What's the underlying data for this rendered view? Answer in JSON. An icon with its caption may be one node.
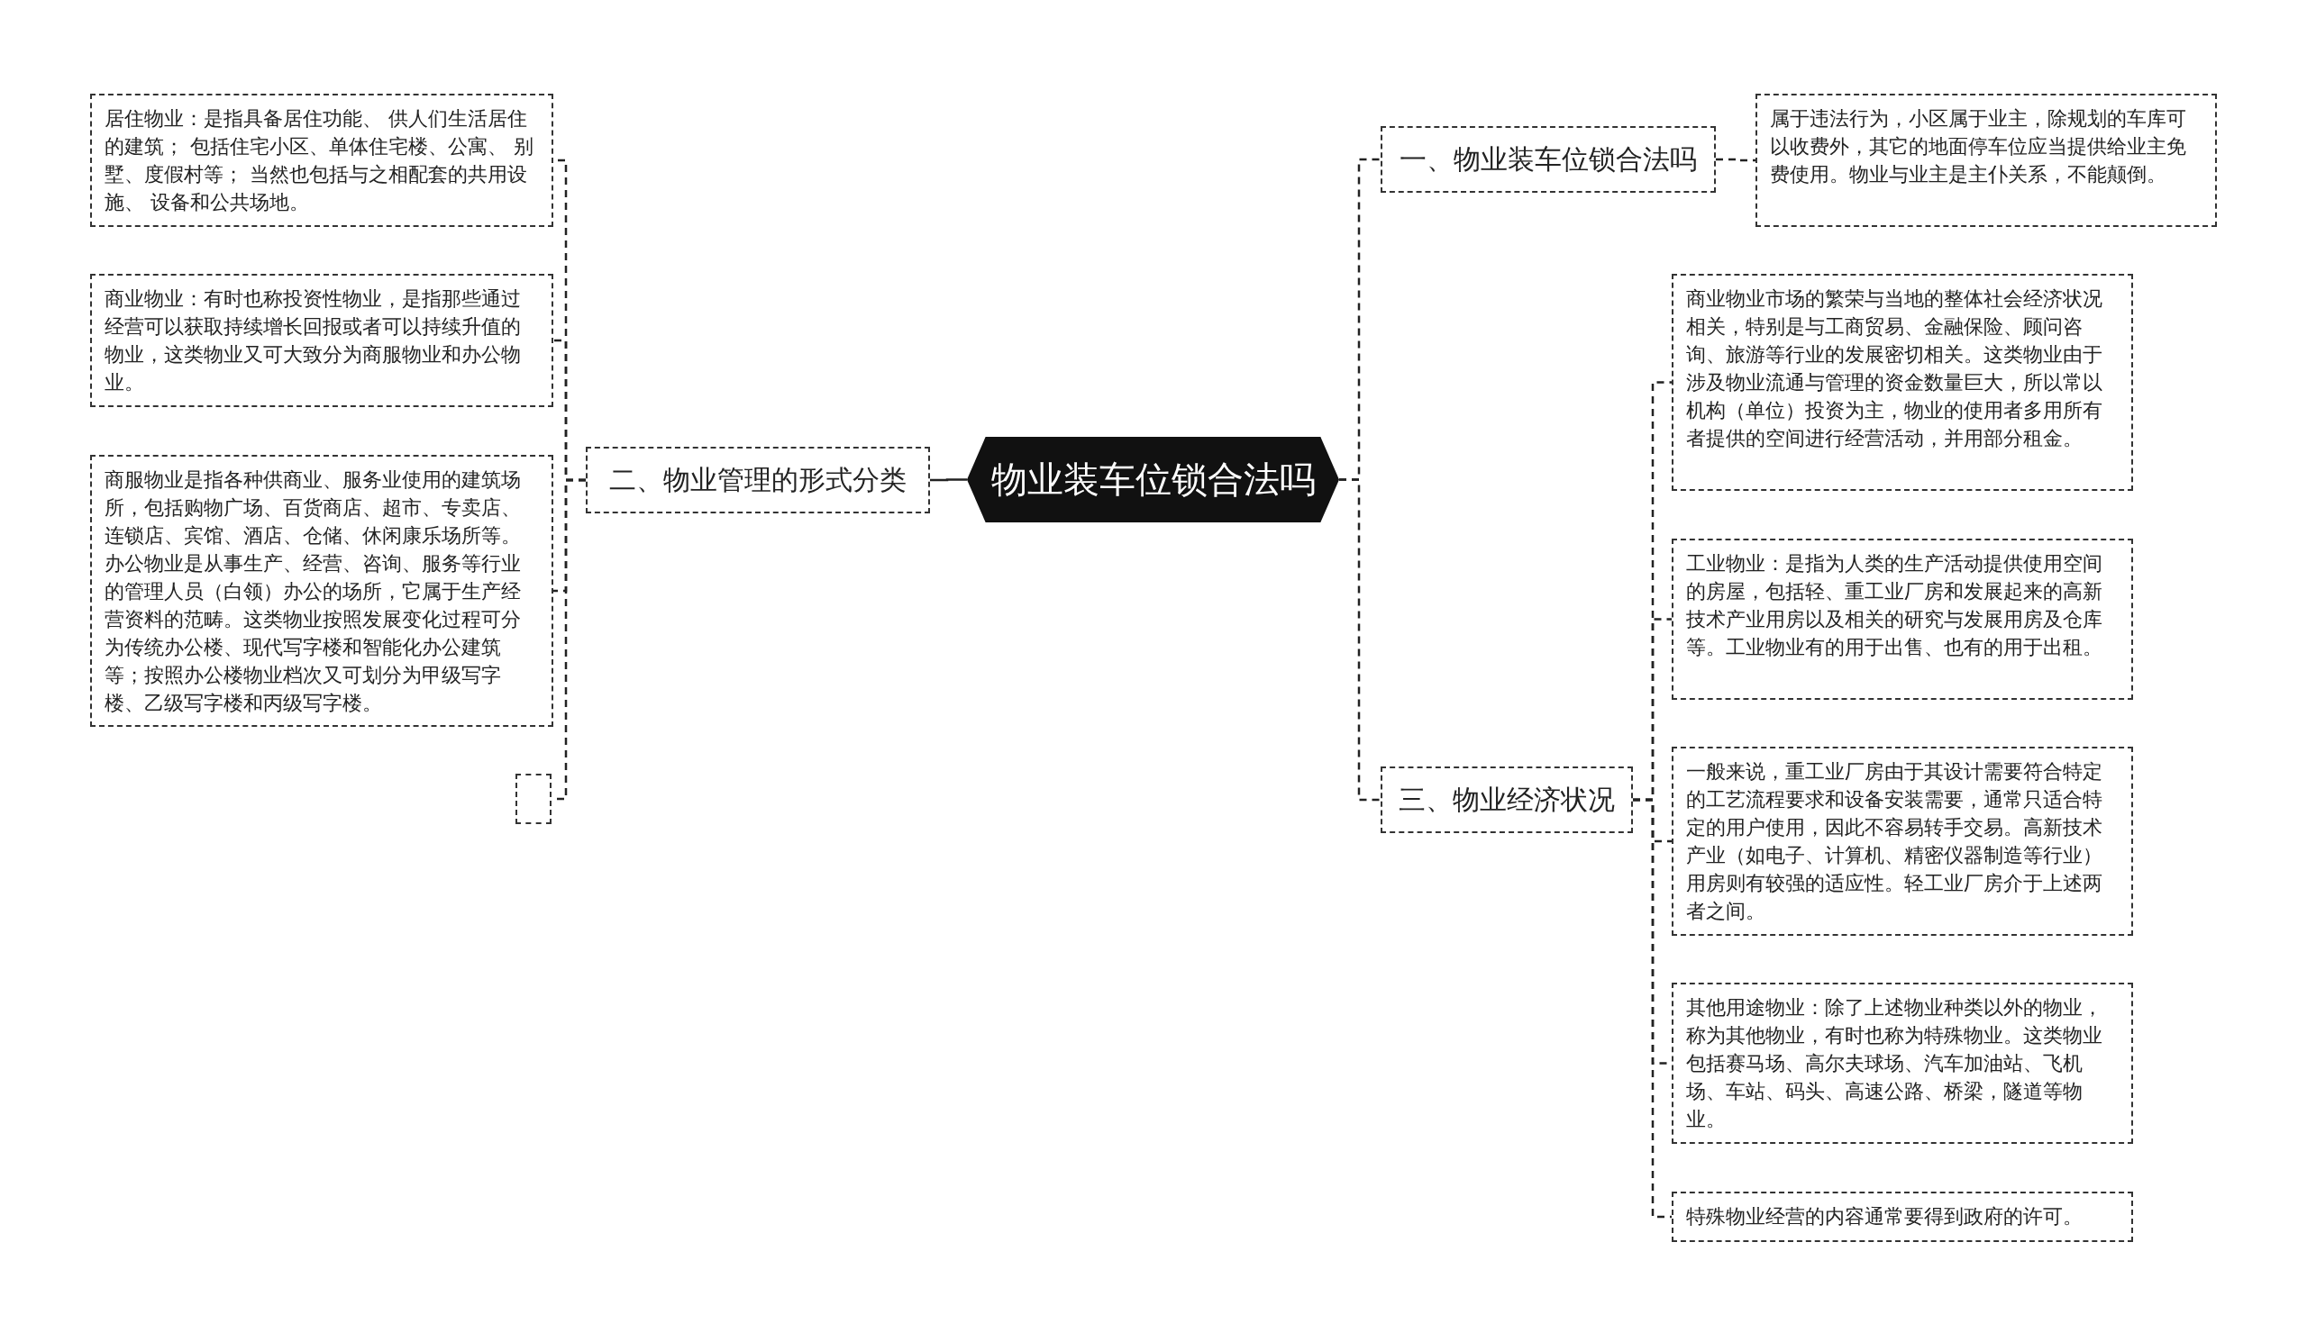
{
  "diagram": {
    "nodes": [
      {
        "text": [
          "物业装车位锁合法吗"
        ]
      },
      {
        "text": [
          "一、物业装车位锁合法吗"
        ]
      },
      {
        "text": [
          "属于违法行为，小区属于业主，除规划的车库可以收费外，其它的地面停车位应当提供给业主免费使用。物业与业主是主仆关系，不能颠倒。"
        ]
      },
      {
        "text": [
          "二、物业管理的形式分类"
        ]
      },
      {
        "text": [
          "居住物业：是指具备居住功能、 供人们生活居住的建筑； 包括住宅小区、单体住宅楼、公寓、 别墅、度假村等； 当然也包括与之相配套的共用设施、 设备和公共场地。"
        ]
      },
      {
        "text": [
          "商业物业：有时也称投资性物业，是指那些通过经营可以获取持续增长回报或者可以持续升值的物业，这类物业又可大致分为商服物业和办公物业。"
        ]
      },
      {
        "text": [
          "商服物业是指各种供商业、服务业使用的建筑场所，包括购物广场、百货商店、超市、专卖店、连锁店、宾馆、酒店、仓储、休闲康乐场所等。办公物业是从事生产、经营、咨询、服务等行业的管理人员（白领）办公的场所，它属于生产经营资料的范畴。这类物业按照发展变化过程可分为传统办公楼、现代写字楼和智能化办公建筑等；按照办公楼物业档次又可划分为甲级写字楼、乙级写字楼和丙级写字楼。"
        ]
      },
      {
        "text": [],
        "shape": "box"
      },
      {
        "text": [
          "三、物业经济状况"
        ]
      },
      {
        "text": [
          "商业物业市场的繁荣与当地的整体社会经济状况相关，特别是与工商贸易、金融保险、顾问咨询、旅游等行业的发展密切相关。这类物业由于涉及物业流通与管理的资金数量巨大，所以常以机构（单位）投资为主，物业的使用者多用所有者提供的空间进行经营活动，并用部分租金。"
        ]
      },
      {
        "text": [
          "工业物业：是指为人类的生产活动提供使用空间的房屋，包括轻、重工业厂房和发展起来的高新技术产业用房以及相关的研究与发展用房及仓库等。工业物业有的用于出售、也有的用于出租。"
        ]
      },
      {
        "text": [
          "一般来说，重工业厂房由于其设计需要符合特定的工艺流程要求和设备安装需要，通常只适合特定的用户使用，因此不容易转手交易。高新技术产业（如电子、计算机、精密仪器制造等行业）用房则有较强的适应性。轻工业厂房介于上述两者之间。"
        ]
      },
      {
        "text": [
          "其他用途物业：除了上述物业种类以外的物业，称为其他物业，有时也称为特殊物业。这类物业包括赛马场、高尔夫球场、汽车加油站、飞机场、车站、码头、高速公路、桥梁，隧道等物业。"
        ]
      },
      {
        "text": [
          "特殊物业经营的内容通常要得到政府的许可。"
        ]
      }
    ],
    "edges": [
      {
        "from": 0,
        "to": 1,
        "arrow": "none",
        "style": "dashed"
      },
      {
        "from": 1,
        "to": 2,
        "arrow": "none",
        "style": "dashed"
      },
      {
        "from": 0,
        "to": 3,
        "arrow": "none"
      },
      {
        "from": 3,
        "to": 4,
        "arrow": "none",
        "style": "dashed"
      },
      {
        "from": 3,
        "to": 5,
        "arrow": "none",
        "style": "dashed"
      },
      {
        "from": 3,
        "to": 6,
        "arrow": "none",
        "style": "dashed"
      },
      {
        "from": 3,
        "to": 7,
        "arrow": "none",
        "style": "dashed"
      },
      {
        "from": 0,
        "to": 8,
        "arrow": "none",
        "style": "dashed"
      },
      {
        "from": 8,
        "to": 9,
        "arrow": "none",
        "style": "dashed"
      },
      {
        "from": 8,
        "to": 10,
        "arrow": "none",
        "style": "dashed"
      },
      {
        "from": 8,
        "to": 11,
        "arrow": "none",
        "style": "dashed"
      },
      {
        "from": 8,
        "to": 12,
        "arrow": "none",
        "style": "dashed"
      },
      {
        "from": 8,
        "to": 13,
        "arrow": "none",
        "style": "dashed"
      }
    ]
  }
}
